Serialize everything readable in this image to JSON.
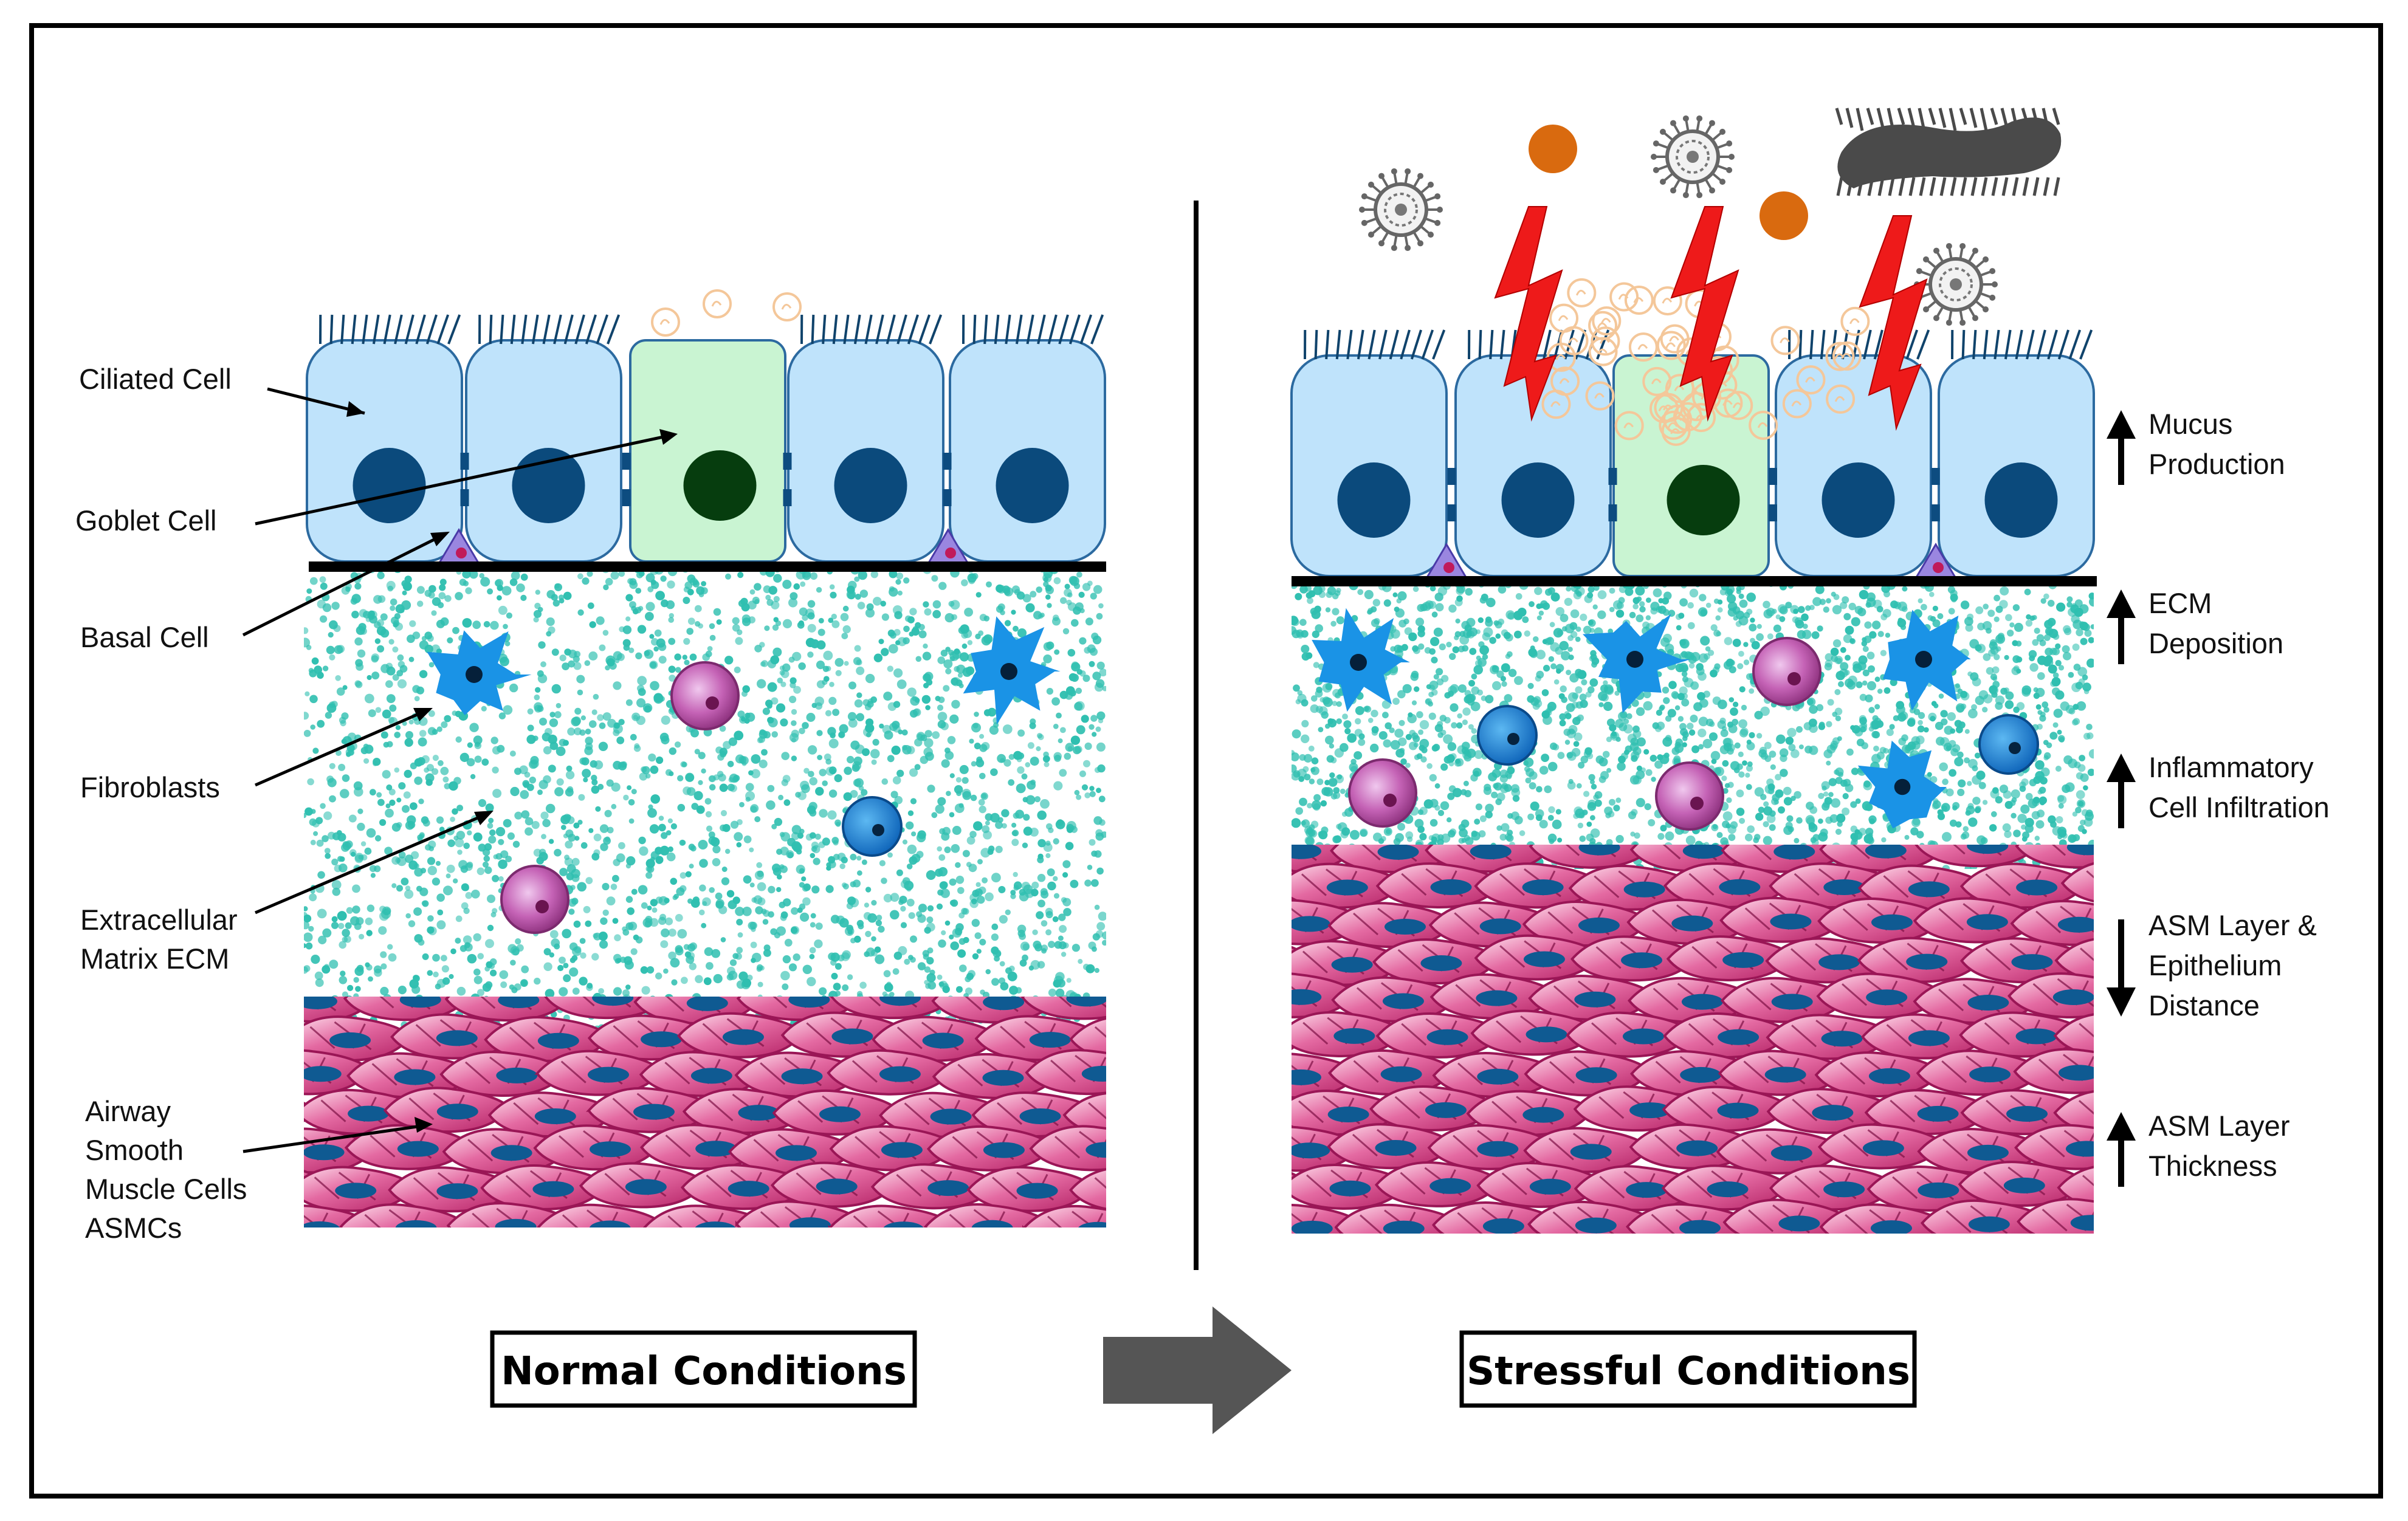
{
  "left_panel": {
    "labels": {
      "ciliated_cell": "Ciliated Cell",
      "goblet_cell": "Goblet Cell",
      "basal_cell": "Basal Cell",
      "fibroblasts": "Fibroblasts",
      "ecm": [
        "Extracellular",
        "Matrix ECM"
      ],
      "asmc": [
        "Airway",
        "Smooth",
        "Muscle Cells",
        "ASMCs"
      ]
    },
    "condition_label": "Normal Conditions"
  },
  "right_panel": {
    "changes": [
      {
        "direction": "up",
        "lines": [
          "Mucus",
          "Production"
        ]
      },
      {
        "direction": "up",
        "lines": [
          "ECM",
          "Deposition"
        ]
      },
      {
        "direction": "up",
        "lines": [
          "Inflammatory",
          "Cell Infiltration"
        ]
      },
      {
        "direction": "down",
        "lines": [
          "ASM Layer &",
          "Epithelium",
          "Distance"
        ]
      },
      {
        "direction": "up",
        "lines": [
          "ASM Layer",
          "Thickness"
        ]
      }
    ],
    "condition_label": "Stressful Conditions"
  },
  "colors": {
    "ciliated_cell": "#bfe3fb",
    "goblet_cell": "#c9f4d2",
    "nucleus_blue": "#0b4a7c",
    "nucleus_green": "#063d0e",
    "basal_cell": "#9a86e0",
    "ecm_dot": "#2fbfb0",
    "fibroblast": "#1a93e6",
    "inflammatory_pink": "#b4509a",
    "muscle": "#d0307a",
    "pathogen": "#d96a0f",
    "lightning": "#ee1a1a",
    "arrow_gray": "#555555"
  }
}
